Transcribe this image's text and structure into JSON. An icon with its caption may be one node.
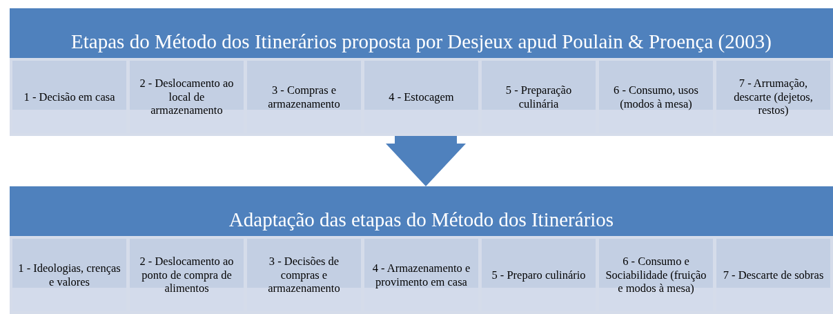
{
  "diagram": {
    "nodes": [
      {
        "text": [
          "Etapas do Método dos Itinerários proposta por Desjeux apud Poulain & Proença (2003)"
        ]
      },
      {
        "text": [
          "1 - Decisão em casa"
        ],
        "in": 0
      },
      {
        "text": [
          "2 - Deslocamento ao local de armazenamento"
        ],
        "in": 0
      },
      {
        "text": [
          "3 - Compras e armazenamento"
        ],
        "in": 0
      },
      {
        "text": [
          "4 - Estocagem"
        ],
        "in": 0
      },
      {
        "text": [
          "5 - Preparação culinária"
        ],
        "in": 0
      },
      {
        "text": [
          "6 - Consumo, usos (modos à mesa)"
        ],
        "in": 0
      },
      {
        "text": [
          "7 - Arrumação, descarte (dejetos, restos)"
        ],
        "in": 0
      },
      {
        "text": [
          "Adaptação das etapas do Método dos Itinerários"
        ]
      },
      {
        "text": [
          "1 - Ideologias, crenças e valores"
        ],
        "in": 8
      },
      {
        "text": [
          "2 - Deslocamento ao ponto de compra de alimentos"
        ],
        "in": 8
      },
      {
        "text": [
          "3 - Decisões de compras e armazenamento"
        ],
        "in": 8
      },
      {
        "text": [
          "4 - Armazenamento e provimento em casa"
        ],
        "in": 8
      },
      {
        "text": [
          "5 - Preparo culinário"
        ],
        "in": 8
      },
      {
        "text": [
          "6 - Consumo e Sociabilidade (fruição e modos à mesa)"
        ],
        "in": 8
      },
      {
        "text": [
          "7 - Descarte de sobras"
        ],
        "in": 8
      }
    ],
    "edges": [
      {
        "from": 0,
        "to": 8,
        "arrow": "to"
      }
    ]
  }
}
